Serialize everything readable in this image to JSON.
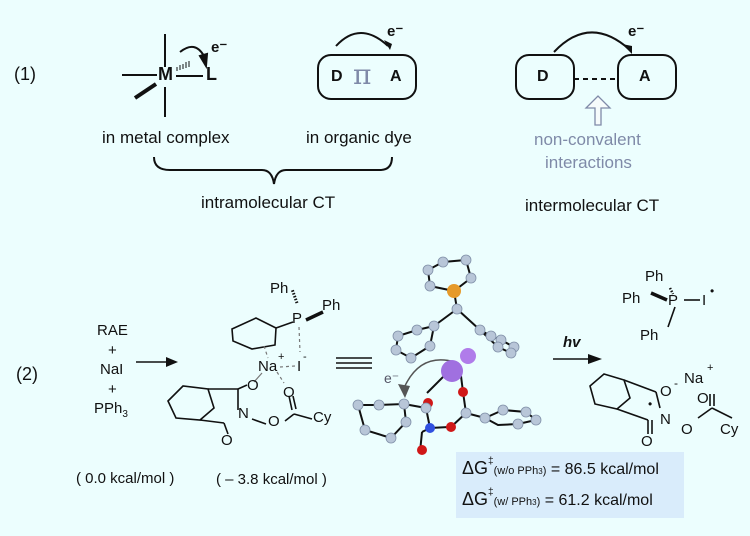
{
  "part1": {
    "label": "(1)",
    "metal_complex": {
      "metal": "M",
      "ligand": "L",
      "electron": "e⁻",
      "caption": "in metal complex"
    },
    "organic_dye": {
      "donor": "D",
      "bridge": "π",
      "acceptor": "A",
      "electron": "e⁻",
      "caption": "in organic dye"
    },
    "intramolecular_caption": "intramolecular CT",
    "intermolecular": {
      "donor": "D",
      "acceptor": "A",
      "electron": "e⁻",
      "interaction_line1": "non-convalent",
      "interaction_line2": "interactions",
      "caption": "intermolecular CT"
    }
  },
  "part2": {
    "label": "(2)",
    "reagents": [
      "RAE",
      "+",
      "NaI",
      "+",
      "PPh3"
    ],
    "reagents_energy": "( 0.0 kcal/mol )",
    "complex": {
      "ph1": "Ph",
      "ph2": "Ph",
      "p": "P",
      "na": "Na",
      "na_charge": "+",
      "iodide": "I",
      "iodide_charge": "-",
      "o1": "O",
      "o2": "O",
      "o3": "O",
      "o4": "O",
      "n": "N",
      "cy": "Cy",
      "energy": "( – 3.8 kcal/mol )"
    },
    "equiv_symbol": "≡",
    "model_electron": "e⁻",
    "light": "hv",
    "products": {
      "ph1": "Ph",
      "ph2": "Ph",
      "ph3": "Ph",
      "p": "P",
      "i": "I",
      "radical": "•",
      "na": "Na",
      "na_charge": "+",
      "o_minus": "O",
      "minus": "-",
      "n": "N",
      "o1": "O",
      "o2": "O",
      "o3": "O",
      "cy": "Cy"
    },
    "barriers": [
      {
        "symbol": "ΔG",
        "dagger": "‡",
        "condition": "(w/o PPh",
        "condition_sub": "3",
        "condition_end": ")",
        "value": "= 86.5 kcal/mol"
      },
      {
        "symbol": "ΔG",
        "dagger": "‡",
        "condition": "(w/ PPh",
        "condition_sub": "3",
        "condition_end": ")",
        "value": "= 61.2 kcal/mol"
      }
    ]
  },
  "colors": {
    "background": "#ecfefe",
    "grey_text": "#7f8aa8",
    "box": "#d9ecfb",
    "phosphorus": "#e69a2a",
    "sodium": "#a070e0",
    "oxygen": "#d01818",
    "nitrogen": "#3050e0",
    "carbon": "#b8c6d8"
  }
}
